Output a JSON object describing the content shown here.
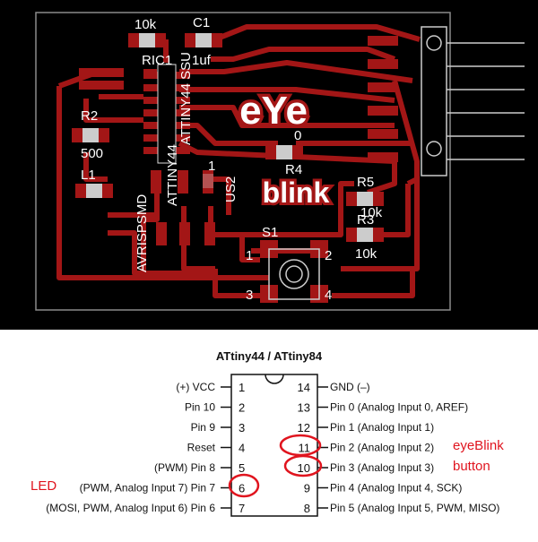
{
  "pcb": {
    "logo_top": "eYe",
    "logo_bottom": "blink",
    "labels": {
      "r_10k_top": "10k",
      "c1": "C1",
      "c1_val": "1uf",
      "ric1": "RIC1",
      "attiny_ssu": "ATTINY44 SSU",
      "attiny_lower": "ATTINY44",
      "r2": "R2",
      "r2_val": "500",
      "l1": "L1",
      "avrisp": "AVRISPSMD",
      "us2": "US2",
      "one": "1",
      "zero": "0",
      "r4": "R4",
      "r5": "R5",
      "r5_val": "10k",
      "r3": "R3",
      "r3_val": "10k",
      "s1": "S1",
      "s1_p1": "1",
      "s1_p2": "2",
      "s1_p3": "3",
      "s1_p4": "4"
    }
  },
  "pinout": {
    "title": "ATtiny44 / ATtiny84",
    "left_labels": [
      "(+) VCC",
      "Pin 10",
      "Pin 9",
      "Reset",
      "(PWM) Pin 8",
      "(PWM, Analog Input 7) Pin 7",
      "(MOSI, PWM, Analog Input 6) Pin 6"
    ],
    "left_numbers": [
      "1",
      "2",
      "3",
      "4",
      "5",
      "6",
      "7"
    ],
    "right_numbers": [
      "14",
      "13",
      "12",
      "11",
      "10",
      "9",
      "8"
    ],
    "right_labels": [
      "GND (–)",
      "Pin 0 (Analog Input 0, AREF)",
      "Pin 1 (Analog Input 1)",
      "Pin 2 (Analog Input 2)",
      "Pin 3 (Analog Input 3)",
      "Pin 4 (Analog Input 4, SCK)",
      "Pin 5 (Analog Input 5, PWM, MISO)"
    ],
    "annotations": {
      "led": "LED",
      "eyeblink": "eyeBlink",
      "button": "button"
    },
    "colors": {
      "highlight": "#e0141e"
    }
  }
}
